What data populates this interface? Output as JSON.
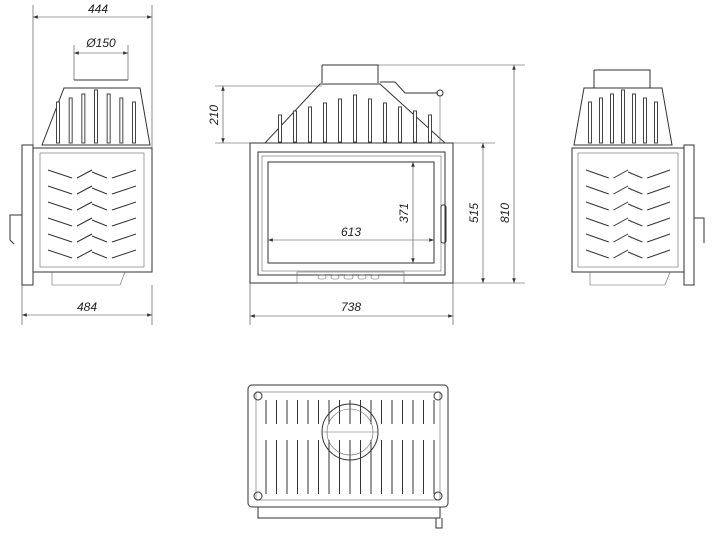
{
  "dimensions": {
    "side_depth_top": "444",
    "flue_diameter": "Ø150",
    "side_depth_bottom": "484",
    "hood_height": "210",
    "glass_width": "613",
    "glass_height": "371",
    "body_height": "515",
    "total_height": "810",
    "total_width": "738"
  },
  "views": [
    "left-side-view",
    "front-view",
    "right-side-view",
    "bottom-view"
  ],
  "colors": {
    "line": "#333333",
    "background": "#ffffff"
  }
}
